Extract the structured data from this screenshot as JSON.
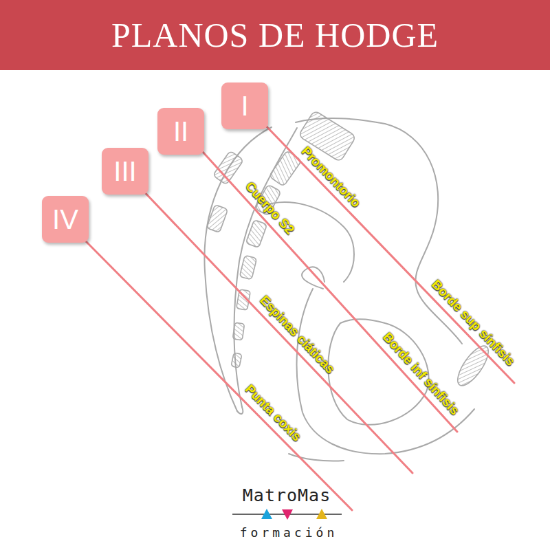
{
  "diagram": {
    "title": "PLANOS DE HODGE",
    "nodes": [
      {
        "text": [
          "I"
        ]
      },
      {
        "text": [
          "II"
        ]
      },
      {
        "text": [
          "III"
        ]
      },
      {
        "text": [
          "IV"
        ]
      }
    ],
    "labels": [
      "Promontorio",
      "Cuerpo S2",
      "Espinas ciáticas",
      "Punta coxis",
      "Borde sup sínfisis",
      "Borde inf sínfisis",
      "MatroMas",
      "formación"
    ]
  }
}
